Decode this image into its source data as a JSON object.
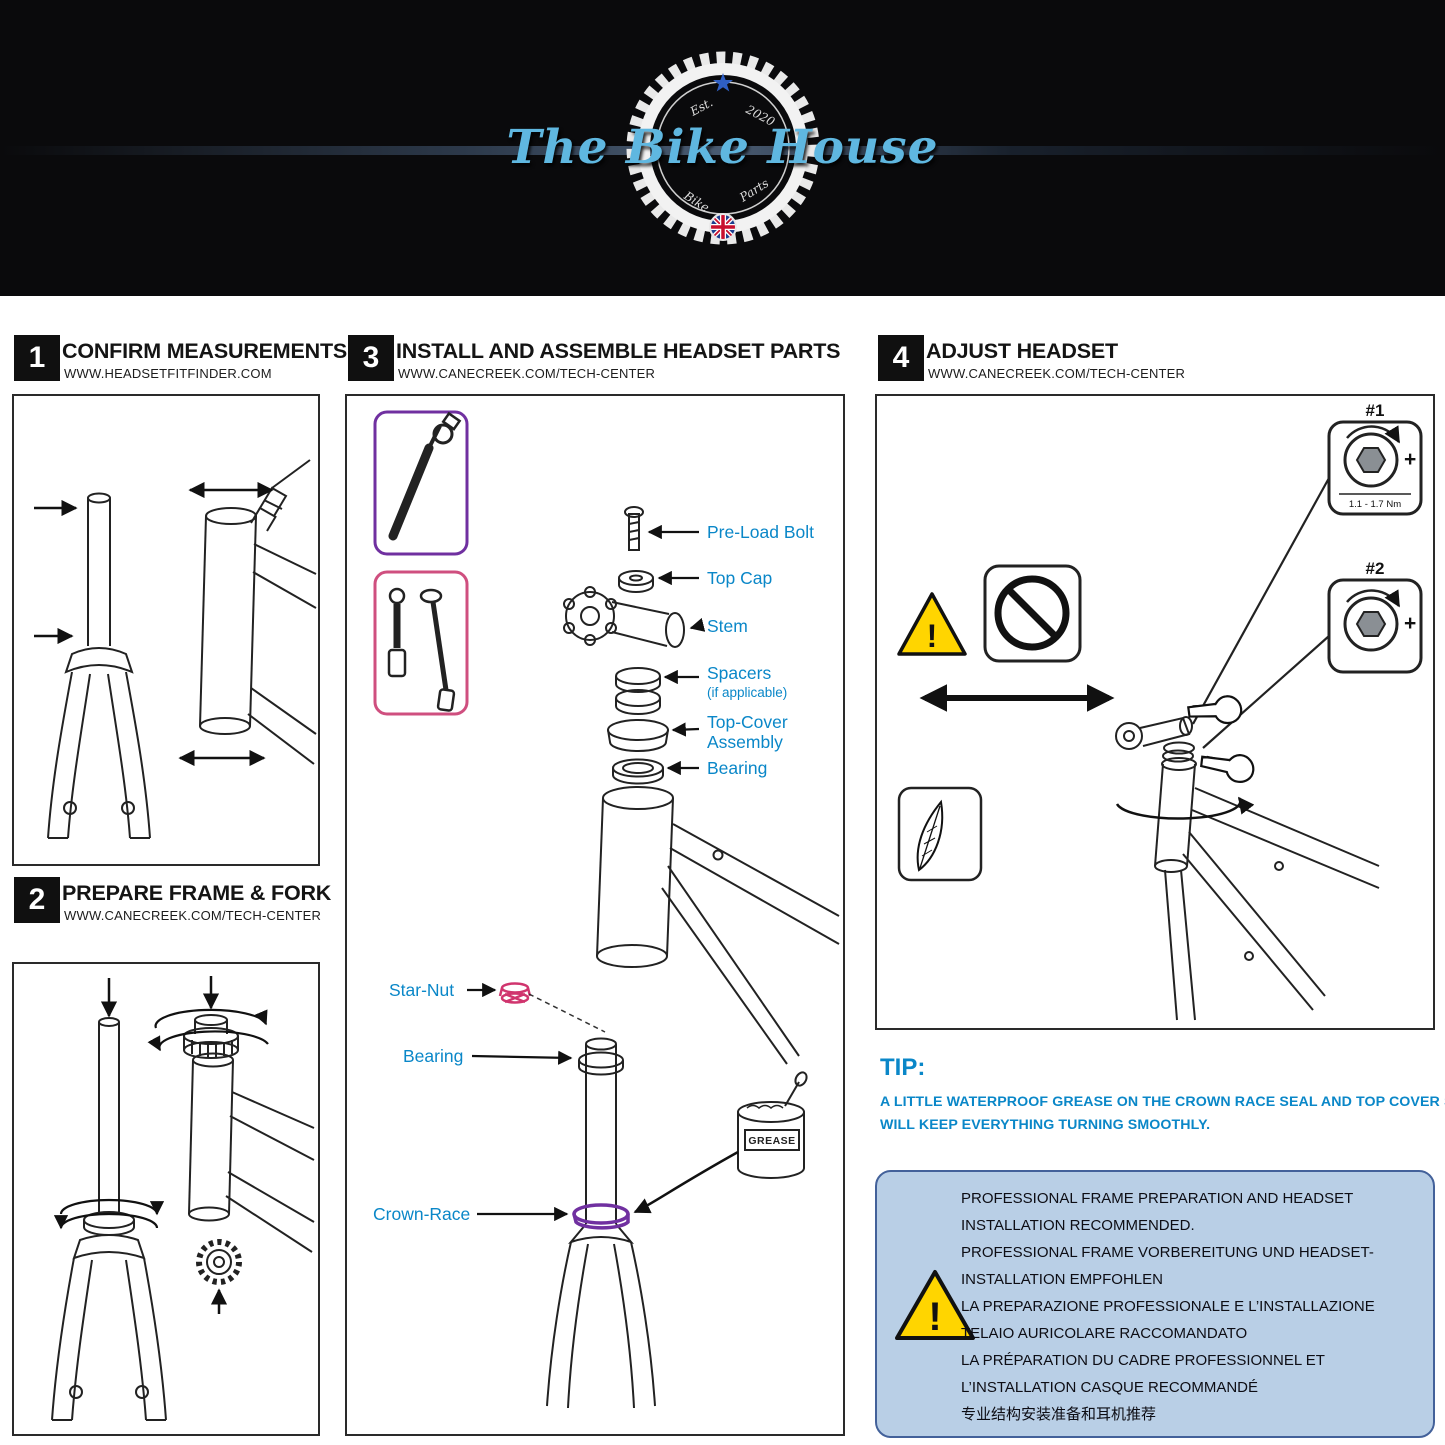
{
  "colors": {
    "accent_blue": "#0a87c8",
    "logo_blue": "#5fb7e0",
    "notice_bg": "#b9cfe6",
    "warning_yellow": "#ffd500",
    "crown_race_purple": "#7030a0",
    "star_nut_pink": "#d0356e"
  },
  "header": {
    "brand": "The Bike House",
    "est": "Est.",
    "year": "2020",
    "bike": "Bike",
    "parts": "Parts"
  },
  "sections": {
    "s1": {
      "num": "1",
      "title": "CONFIRM MEASUREMENTS",
      "url": "WWW.HEADSETFITFINDER.COM"
    },
    "s2": {
      "num": "2",
      "title": "PREPARE FRAME & FORK",
      "url": "WWW.CANECREEK.COM/TECH-CENTER"
    },
    "s3": {
      "num": "3",
      "title": "INSTALL AND ASSEMBLE HEADSET PARTS",
      "url": "WWW.CANECREEK.COM/TECH-CENTER"
    },
    "s4": {
      "num": "4",
      "title": "ADJUST HEADSET",
      "url": "WWW.CANECREEK.COM/TECH-CENTER"
    }
  },
  "parts": {
    "preload_bolt": "Pre-Load Bolt",
    "top_cap": "Top Cap",
    "stem": "Stem",
    "spacers": "Spacers",
    "spacers_note": "(if applicable)",
    "top_cover_1": "Top-Cover",
    "top_cover_2": "Assembly",
    "bearing_upper": "Bearing",
    "star_nut": "Star-Nut",
    "bearing_lower": "Bearing",
    "crown_race": "Crown-Race",
    "grease": "GREASE"
  },
  "adjust": {
    "tool1": "#1",
    "tool2": "#2",
    "torque": "1.1 - 1.7 Nm",
    "plus": "+",
    "warn": "!"
  },
  "tip": {
    "label": "TIP:",
    "line1": "A LITTLE WATERPROOF GREASE ON THE CROWN RACE SEAL AND TOP COVER SEAL",
    "line2": "WILL KEEP EVERYTHING TURNING SMOOTHLY."
  },
  "notice": {
    "lines": [
      "PROFESSIONAL FRAME PREPARATION AND HEADSET",
      "INSTALLATION RECOMMENDED.",
      "PROFESSIONAL FRAME VORBEREITUNG UND HEADSET-",
      "INSTALLATION EMPFOHLEN",
      "LA PREPARAZIONE PROFESSIONALE E L’INSTALLAZIONE",
      "TELAIO AURICOLARE RACCOMANDATO",
      "LA PRÉPARATION DU CADRE PROFESSIONNEL ET",
      "L’INSTALLATION CASQUE RECOMMANDÉ",
      "专业结构安装准备和耳机推荐"
    ]
  }
}
